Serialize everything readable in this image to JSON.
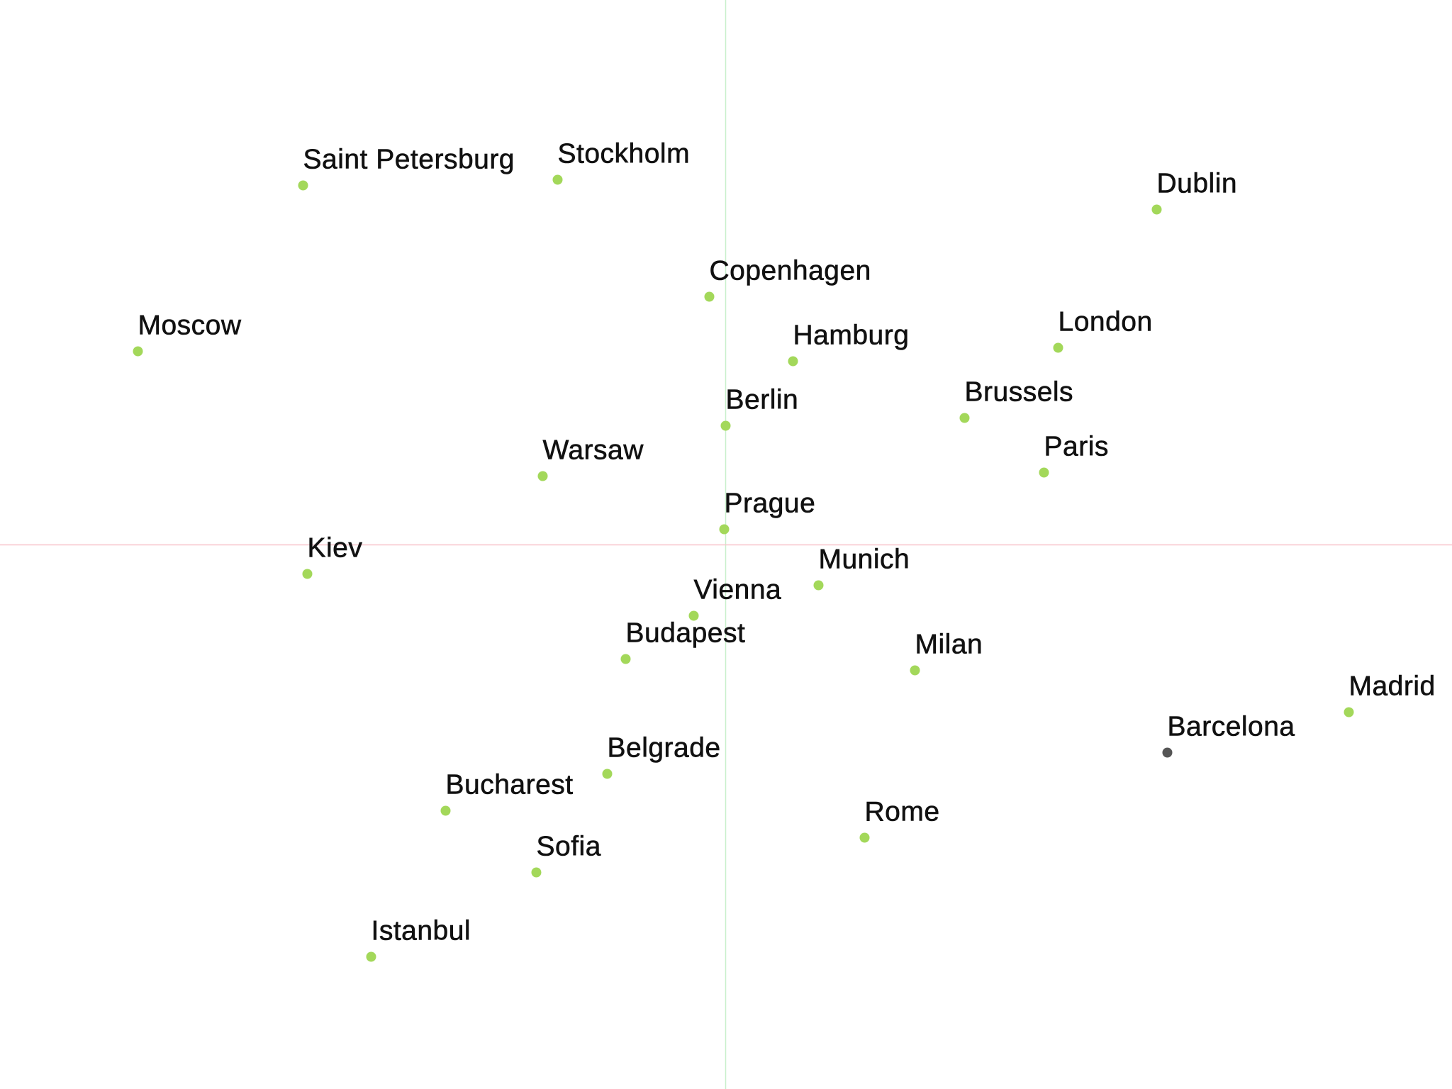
{
  "chart_data": {
    "type": "scatter",
    "title": "",
    "xlabel": "",
    "ylabel": "",
    "xlim": [
      -1023.5,
      1024.5
    ],
    "ylim": [
      -767.5,
      768.5
    ],
    "axes": {
      "vertical_axis_color": "#c8f0cc",
      "horizontal_axis_color": "#f7c6cc"
    },
    "grid": false,
    "legend": "none",
    "default_point_color": "#a3d85a",
    "highlight_point_color": "#555555",
    "points": [
      {
        "label": "Saint Petersburg",
        "x": -596,
        "y": 507
      },
      {
        "label": "Stockholm",
        "x": -237,
        "y": 515
      },
      {
        "label": "Dublin",
        "x": 608,
        "y": 473
      },
      {
        "label": "Copenhagen",
        "x": -23,
        "y": 350
      },
      {
        "label": "Moscow",
        "x": -829,
        "y": 273
      },
      {
        "label": "Hamburg",
        "x": 95,
        "y": 259
      },
      {
        "label": "London",
        "x": 469,
        "y": 278
      },
      {
        "label": "Berlin",
        "x": 0,
        "y": 168
      },
      {
        "label": "Brussels",
        "x": 337,
        "y": 179
      },
      {
        "label": "Warsaw",
        "x": -258,
        "y": 97
      },
      {
        "label": "Paris",
        "x": 449,
        "y": 102
      },
      {
        "label": "Prague",
        "x": -2,
        "y": 22
      },
      {
        "label": "Kiev",
        "x": -590,
        "y": -41
      },
      {
        "label": "Munich",
        "x": 131,
        "y": -57
      },
      {
        "label": "Vienna",
        "x": -45,
        "y": -100
      },
      {
        "label": "Budapest",
        "x": -141,
        "y": -161
      },
      {
        "label": "Milan",
        "x": 267,
        "y": -177
      },
      {
        "label": "Madrid",
        "x": 879,
        "y": -236
      },
      {
        "label": "Barcelona",
        "x": 623,
        "y": -293,
        "highlighted": true
      },
      {
        "label": "Belgrade",
        "x": -167,
        "y": -323
      },
      {
        "label": "Bucharest",
        "x": -395,
        "y": -375
      },
      {
        "label": "Rome",
        "x": 196,
        "y": -413
      },
      {
        "label": "Sofia",
        "x": -267,
        "y": -462
      },
      {
        "label": "Istanbul",
        "x": -500,
        "y": -581
      }
    ]
  }
}
